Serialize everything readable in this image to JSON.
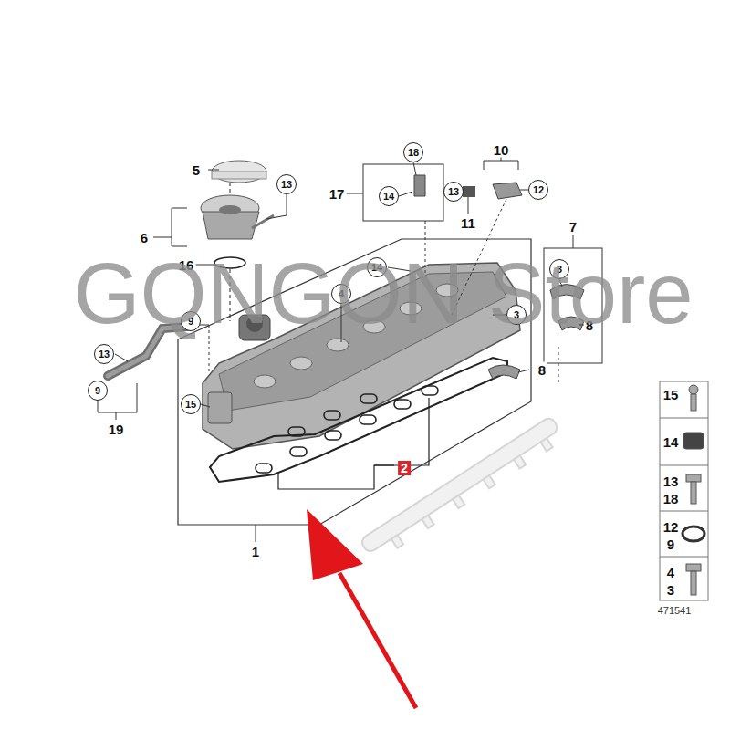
{
  "diagram": {
    "labels": [
      "5",
      "13",
      "6",
      "16",
      "9",
      "13",
      "9",
      "19",
      "18",
      "17",
      "14",
      "10",
      "13",
      "12",
      "11",
      "7",
      "14",
      "4",
      "3",
      "3",
      "8",
      "8",
      "15",
      "2",
      "1",
      "15",
      "14",
      "13",
      "18",
      "12",
      "9",
      "4",
      "3",
      "471541",
      "GQNGON Store"
    ]
  }
}
